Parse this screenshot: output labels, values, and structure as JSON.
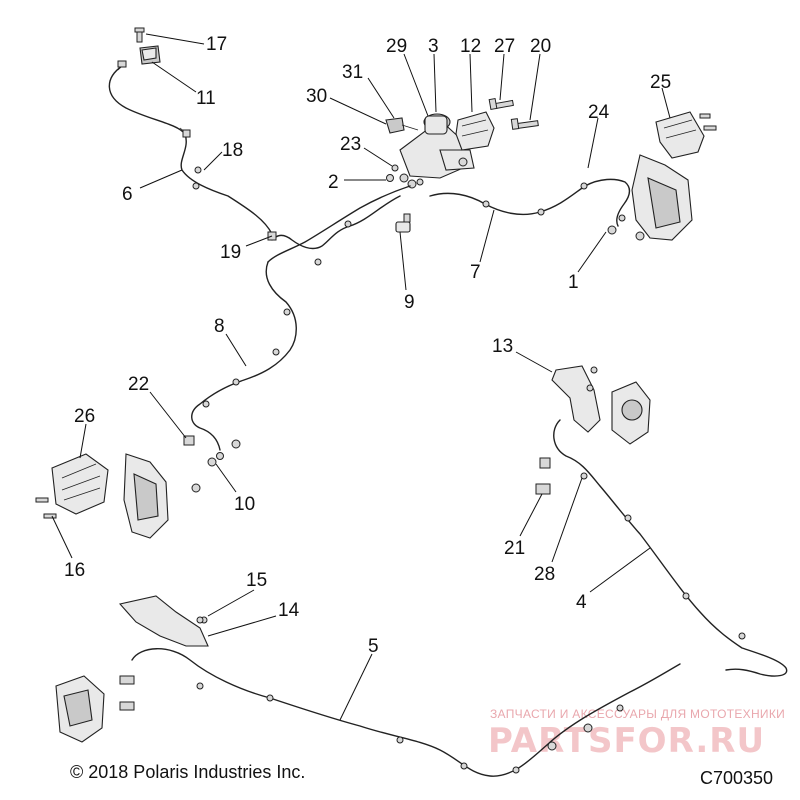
{
  "diagram": {
    "callouts": [
      "17",
      "11",
      "6",
      "18",
      "19",
      "29",
      "3",
      "12",
      "27",
      "20",
      "31",
      "30",
      "23",
      "2",
      "9",
      "7",
      "24",
      "25",
      "1",
      "8",
      "22",
      "10",
      "26",
      "16",
      "13",
      "21",
      "28",
      "4",
      "15",
      "14",
      "5"
    ]
  },
  "watermark": {
    "top_text": "ЗАПЧАСТИ И АКСЕССУАРЫ ДЛЯ МОТОТЕХНИКИ",
    "main_text": "PARTSFOR.RU"
  },
  "footer": {
    "copyright": "© 2018 Polaris Industries Inc.",
    "diagram_code": "C700350"
  }
}
